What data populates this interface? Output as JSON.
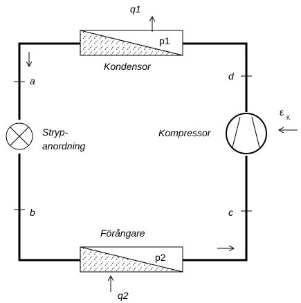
{
  "diagram": {
    "components": {
      "condenser": {
        "label": "Kondensor",
        "pressure": "p1"
      },
      "evaporator": {
        "label": "Förångare",
        "pressure": "p2"
      },
      "compressor": {
        "label": "Kompressor"
      },
      "throttle": {
        "label_line1": "Stryp-",
        "label_line2": "anordning"
      }
    },
    "heat_flows": {
      "top": "q1",
      "bottom": "q2"
    },
    "points": {
      "a": "a",
      "b": "b",
      "c": "c",
      "d": "d"
    },
    "compressor_input": {
      "symbol": "ε",
      "subscript": "K"
    }
  }
}
